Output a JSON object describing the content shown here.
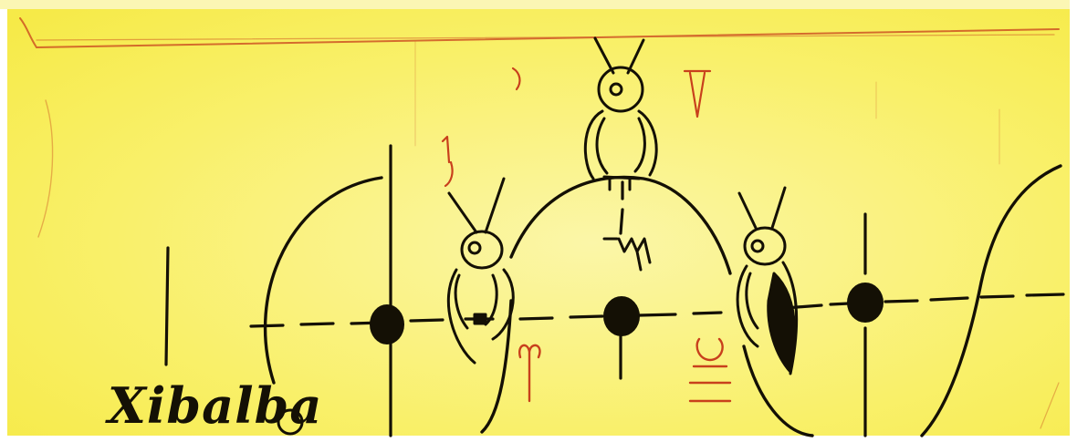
{
  "caption": "Xibalba",
  "colors": {
    "paper": "#f9f06a",
    "paper_light": "#fbf6a8",
    "ink": "#141005",
    "red_pencil": "#c8401c"
  },
  "figures": [
    "owl-figure-left",
    "owl-figure-top",
    "owl-figure-right"
  ],
  "symbols": [
    "scorpio-sign",
    "aries-sign",
    "libra-sign"
  ]
}
